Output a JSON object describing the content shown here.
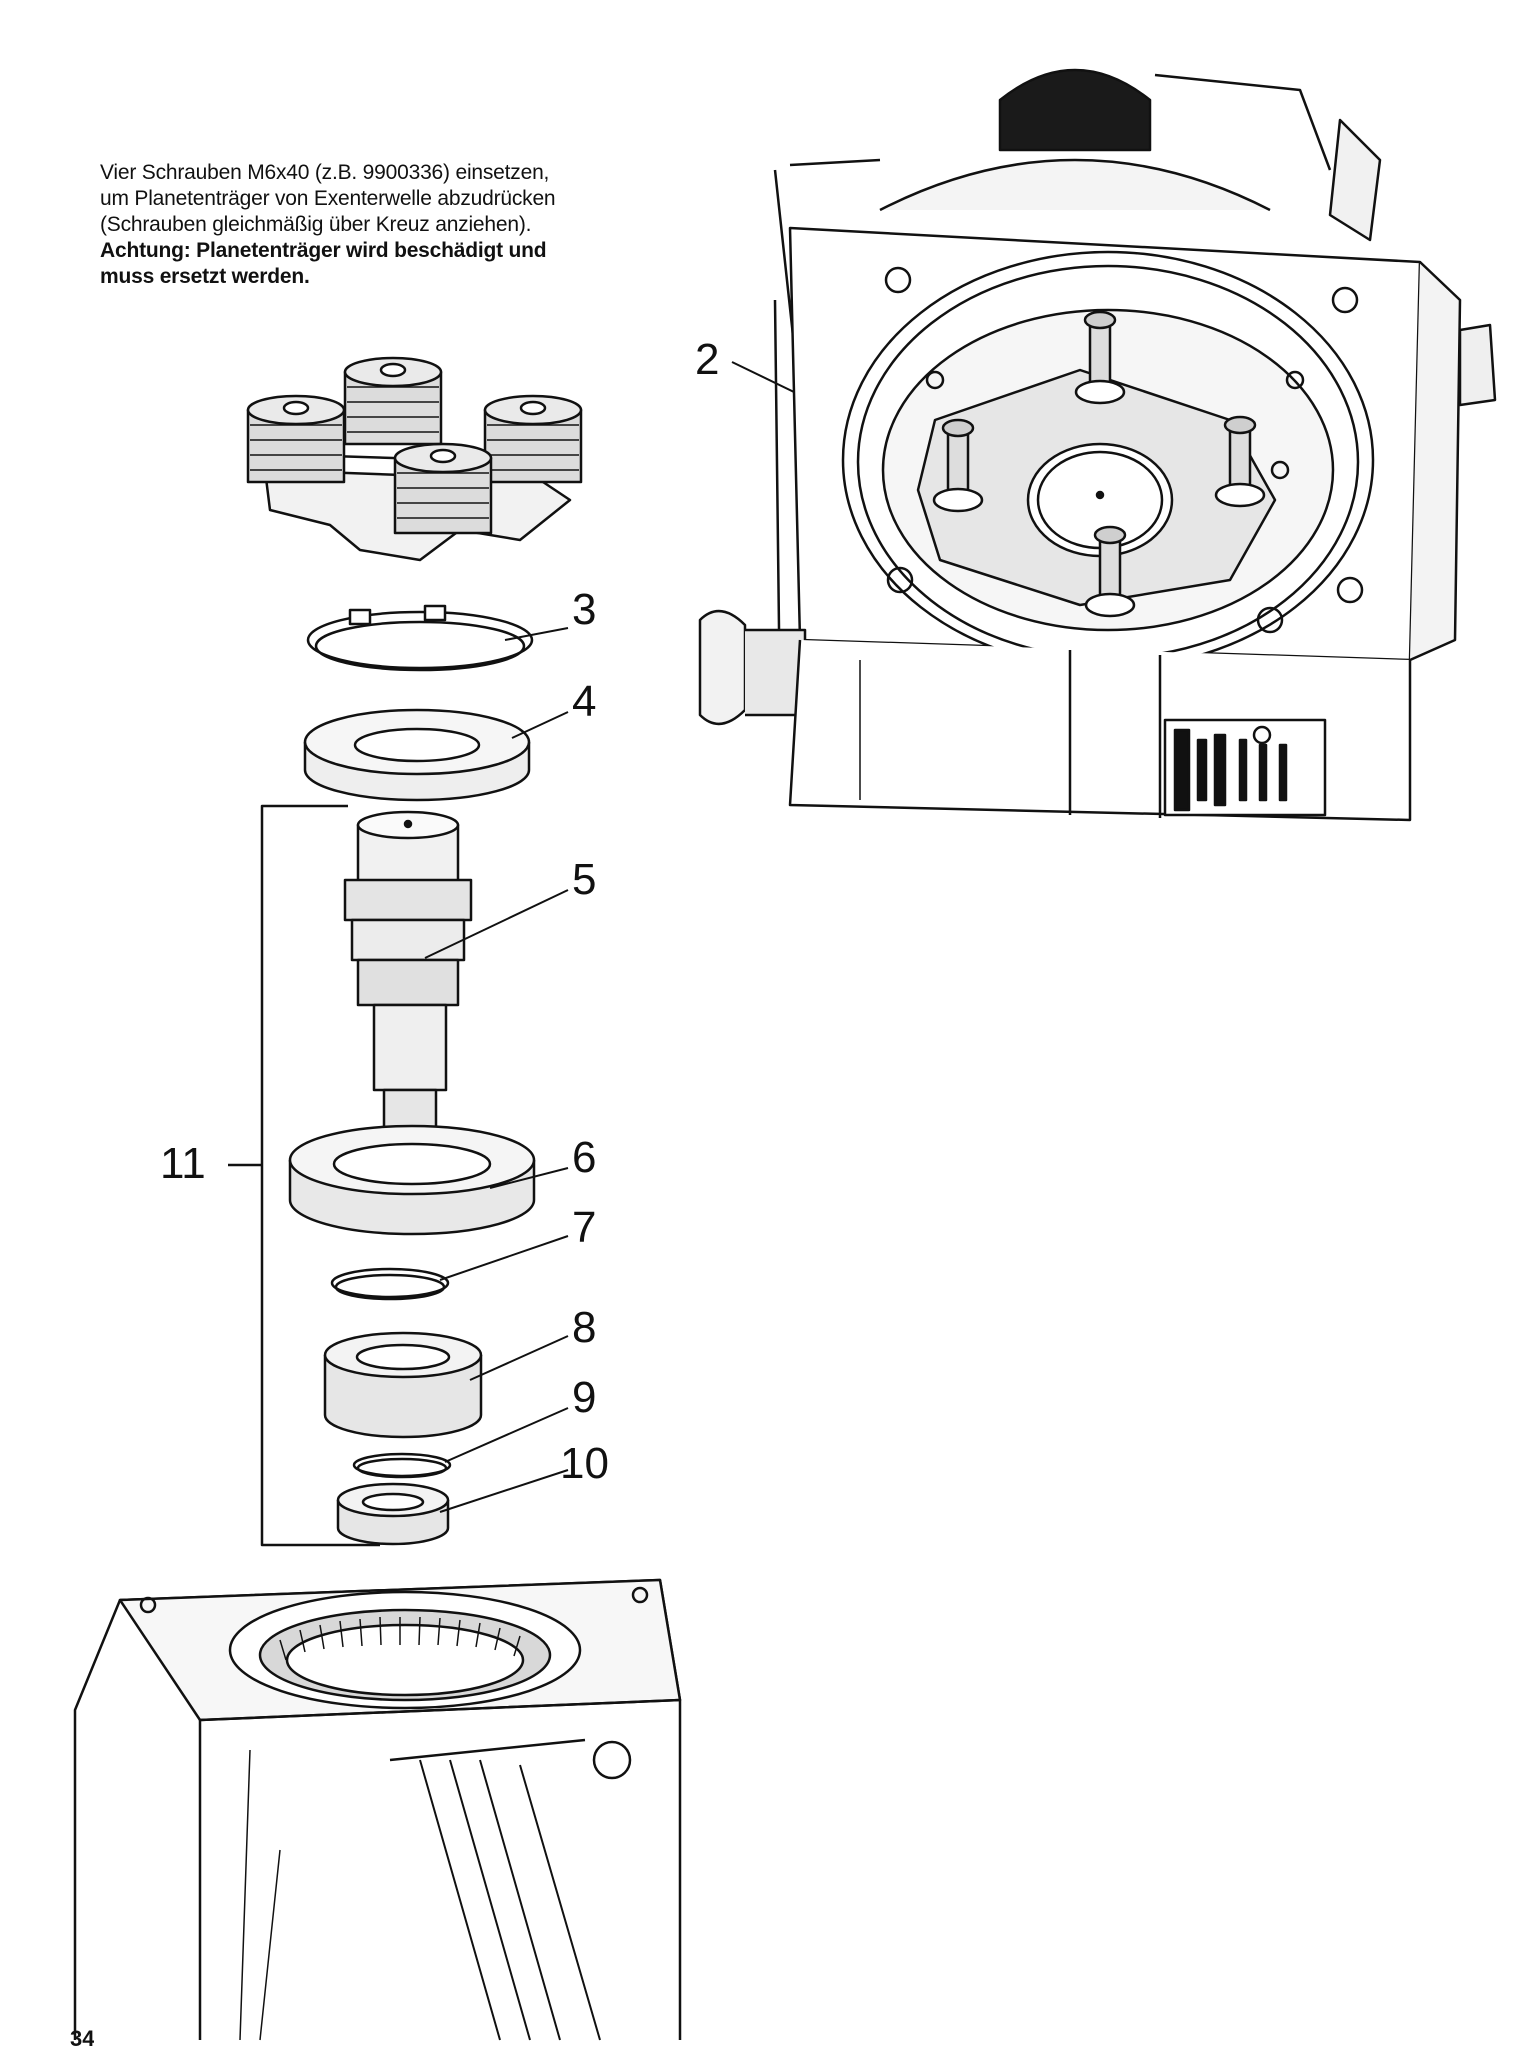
{
  "instructions": {
    "line1": "Vier Schrauben M6x40 (z.B. 9900336) einsetzen,",
    "line2": "um Planetenträger von Exenterwelle abzudrücken",
    "line3": "(Schrauben gleichmäßig über Kreuz anziehen).",
    "warning1": "Achtung: Planetenträger wird beschädigt und",
    "warning2": "muss ersetzt werden."
  },
  "callouts": {
    "c2": "2",
    "c3": "3",
    "c4": "4",
    "c5": "5",
    "c6": "6",
    "c7": "7",
    "c8": "8",
    "c9": "9",
    "c10": "10",
    "c11": "11"
  },
  "page": {
    "number": "34"
  }
}
